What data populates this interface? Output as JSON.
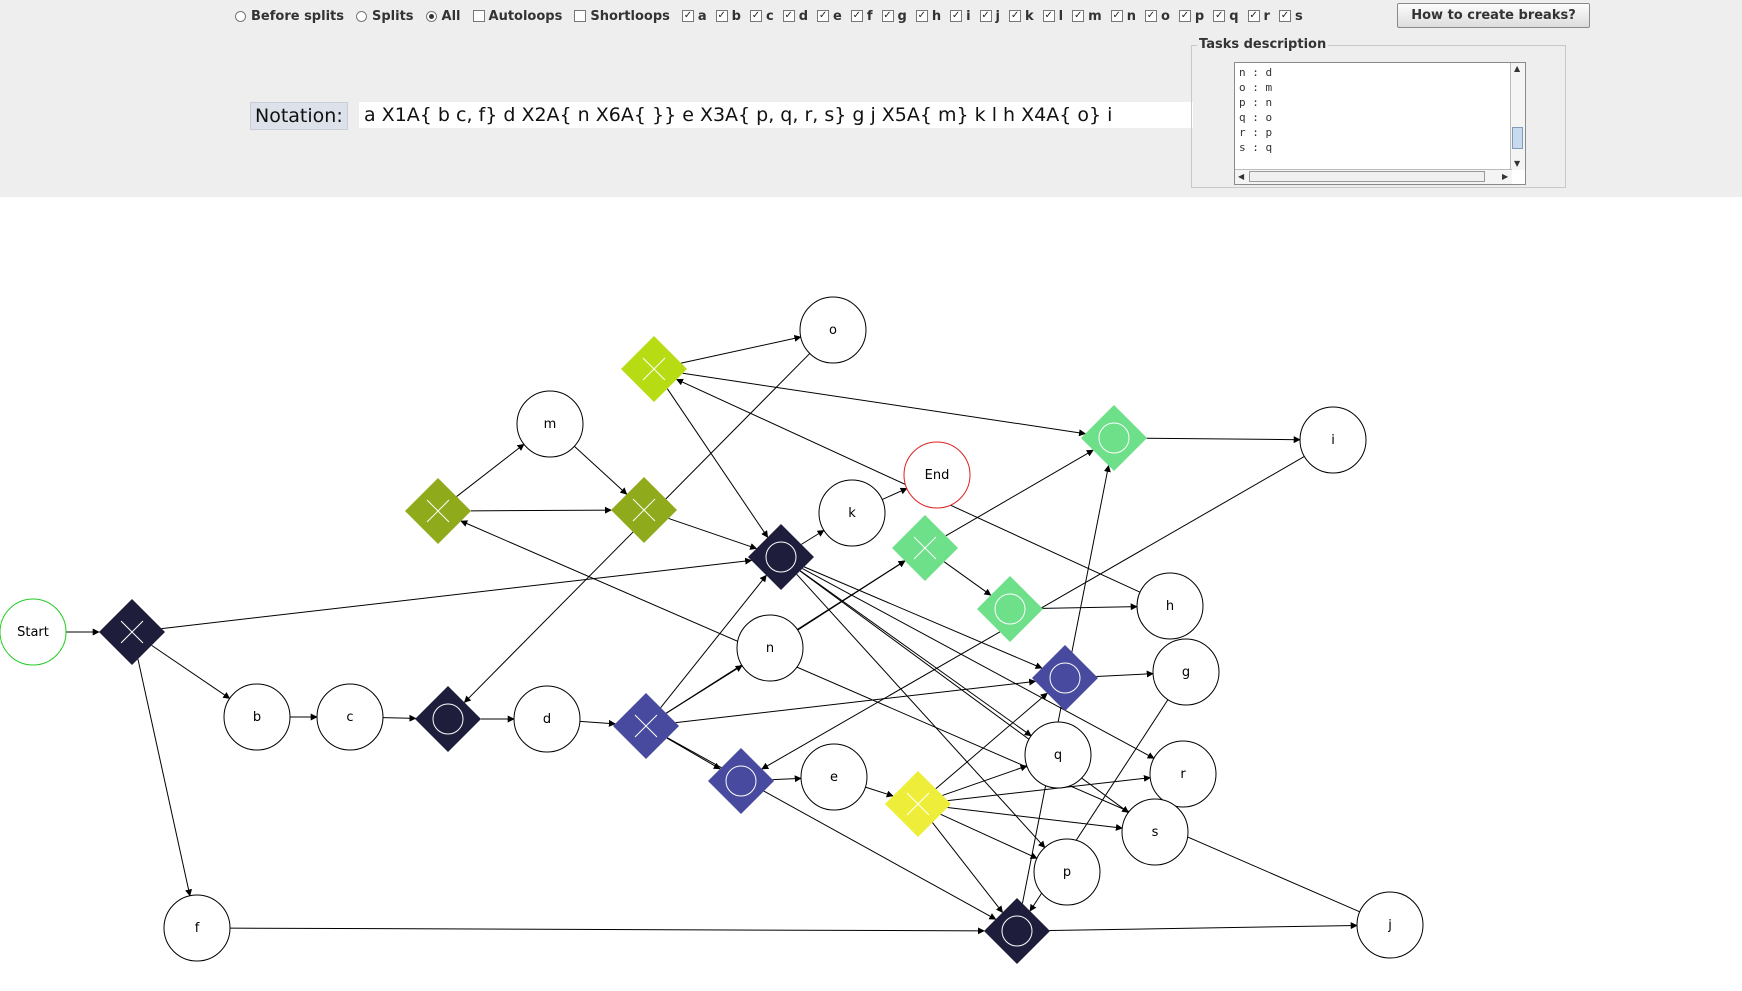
{
  "controls": {
    "radios": [
      {
        "label": "Before splits",
        "selected": false
      },
      {
        "label": "Splits",
        "selected": false
      },
      {
        "label": "All",
        "selected": true
      }
    ],
    "checks": [
      {
        "label": "Autoloops",
        "checked": false
      },
      {
        "label": "Shortloops",
        "checked": false
      }
    ],
    "task_checks": [
      "a",
      "b",
      "c",
      "d",
      "e",
      "f",
      "g",
      "h",
      "i",
      "j",
      "k",
      "l",
      "m",
      "n",
      "o",
      "p",
      "q",
      "r",
      "s"
    ],
    "check_mark": "✓",
    "how_button": "How to create breaks?"
  },
  "notation": {
    "label": "Notation:",
    "text": "a X1A{  b c, f} d X2A{  n X6A{ }} e X3A{  p, q, r, s} g j X5A{  m} k l h X4A{  o} i"
  },
  "tasks_description": {
    "title": "Tasks description",
    "items": [
      "n : d",
      "o : m",
      "p : n",
      "q : o",
      "r : p",
      "s : q"
    ]
  },
  "colors": {
    "navy": "#1e1e3c",
    "blue": "#474a9e",
    "olive": "#8fab1c",
    "lime": "#b8dc14",
    "green": "#6ee08a",
    "yellow": "#eeee3a",
    "start": "#22cc22",
    "end": "#dd2222"
  },
  "graph": {
    "nodes": [
      {
        "id": "Start",
        "label": "Start",
        "kind": "start"
      },
      {
        "id": "End",
        "label": "End",
        "kind": "end"
      },
      {
        "id": "b",
        "label": "b",
        "kind": "task"
      },
      {
        "id": "c",
        "label": "c",
        "kind": "task"
      },
      {
        "id": "d",
        "label": "d",
        "kind": "task"
      },
      {
        "id": "e",
        "label": "e",
        "kind": "task"
      },
      {
        "id": "f",
        "label": "f",
        "kind": "task"
      },
      {
        "id": "g",
        "label": "g",
        "kind": "task"
      },
      {
        "id": "h",
        "label": "h",
        "kind": "task"
      },
      {
        "id": "i",
        "label": "i",
        "kind": "task"
      },
      {
        "id": "j",
        "label": "j",
        "kind": "task"
      },
      {
        "id": "k",
        "label": "k",
        "kind": "task"
      },
      {
        "id": "m",
        "label": "m",
        "kind": "task"
      },
      {
        "id": "n",
        "label": "n",
        "kind": "task"
      },
      {
        "id": "o",
        "label": "o",
        "kind": "task"
      },
      {
        "id": "p",
        "label": "p",
        "kind": "task"
      },
      {
        "id": "q",
        "label": "q",
        "kind": "task"
      },
      {
        "id": "r",
        "label": "r",
        "kind": "task"
      },
      {
        "id": "s",
        "label": "s",
        "kind": "task"
      },
      {
        "id": "X1",
        "kind": "xor",
        "color": "navy"
      },
      {
        "id": "J1",
        "kind": "and",
        "color": "navy"
      },
      {
        "id": "X2",
        "kind": "xor",
        "color": "blue"
      },
      {
        "id": "J2",
        "kind": "and",
        "color": "blue"
      },
      {
        "id": "X3",
        "kind": "xor",
        "color": "yellow"
      },
      {
        "id": "J3",
        "kind": "and",
        "color": "navy"
      },
      {
        "id": "X4",
        "kind": "xor",
        "color": "lime"
      },
      {
        "id": "X5",
        "kind": "xor",
        "color": "olive"
      },
      {
        "id": "J5",
        "kind": "xor",
        "color": "olive"
      },
      {
        "id": "X6",
        "kind": "xor",
        "color": "green"
      },
      {
        "id": "J6",
        "kind": "and",
        "color": "green"
      },
      {
        "id": "J4",
        "kind": "and",
        "color": "green"
      },
      {
        "id": "JK",
        "kind": "and",
        "color": "navy"
      },
      {
        "id": "JG",
        "kind": "and",
        "color": "blue"
      }
    ],
    "edges": [
      [
        "Start",
        "X1"
      ],
      [
        "X1",
        "b"
      ],
      [
        "X1",
        "f"
      ],
      [
        "X1",
        "JK"
      ],
      [
        "b",
        "c"
      ],
      [
        "c",
        "J1"
      ],
      [
        "J1",
        "d"
      ],
      [
        "d",
        "X2"
      ],
      [
        "X2",
        "n"
      ],
      [
        "X2",
        "JK"
      ],
      [
        "X2",
        "J2"
      ],
      [
        "X2",
        "X6"
      ],
      [
        "X2",
        "JG"
      ],
      [
        "X2",
        "J3"
      ],
      [
        "n",
        "X6"
      ],
      [
        "X6",
        "J6"
      ],
      [
        "X6",
        "J4"
      ],
      [
        "J6",
        "h"
      ],
      [
        "J2",
        "e"
      ],
      [
        "e",
        "X3"
      ],
      [
        "X3",
        "p"
      ],
      [
        "X3",
        "q"
      ],
      [
        "X3",
        "r"
      ],
      [
        "X3",
        "s"
      ],
      [
        "X3",
        "J3"
      ],
      [
        "X3",
        "JG"
      ],
      [
        "JK",
        "k"
      ],
      [
        "k",
        "End"
      ],
      [
        "JK",
        "q"
      ],
      [
        "JK",
        "r"
      ],
      [
        "JK",
        "s"
      ],
      [
        "JK",
        "p"
      ],
      [
        "JK",
        "JG"
      ],
      [
        "X4",
        "o"
      ],
      [
        "X4",
        "J4"
      ],
      [
        "X4",
        "JK"
      ],
      [
        "J4",
        "i"
      ],
      [
        "X5",
        "m"
      ],
      [
        "X5",
        "J5"
      ],
      [
        "m",
        "J5"
      ],
      [
        "J5",
        "JK"
      ],
      [
        "JG",
        "g"
      ],
      [
        "f",
        "J3"
      ],
      [
        "J3",
        "j"
      ],
      [
        "J3",
        "J4"
      ],
      [
        "o",
        "J1"
      ],
      [
        "h",
        "X4"
      ],
      [
        "i",
        "J2"
      ],
      [
        "g",
        "J3"
      ],
      [
        "j",
        "X5"
      ]
    ]
  }
}
